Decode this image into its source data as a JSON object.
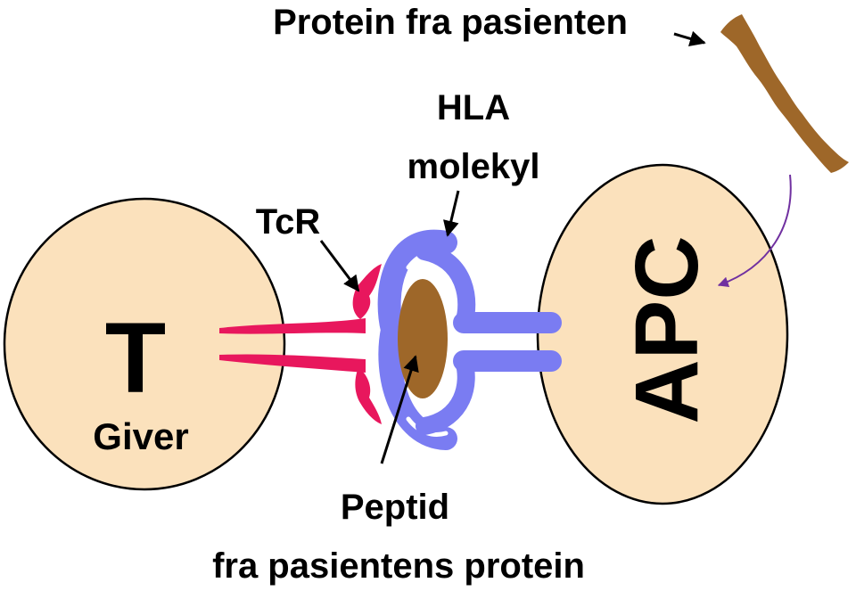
{
  "labels": {
    "protein": "Protein fra pasienten",
    "hla_line1": "HLA",
    "hla_line2": "molekyl",
    "tcr": "TcR",
    "t_cell": "T",
    "giver": "Giver",
    "apc": "APC",
    "peptid_line1": "Peptid",
    "peptid_line2": "fra pasientens protein"
  },
  "colors": {
    "cell_fill": "#FBE1BC",
    "cell_stroke": "#000000",
    "tcr": "#E8175D",
    "hla": "#7A7CF2",
    "peptide": "#9E6729",
    "protein": "#9E6729",
    "protein_arrow": "#7030A0",
    "text": "#000000"
  }
}
